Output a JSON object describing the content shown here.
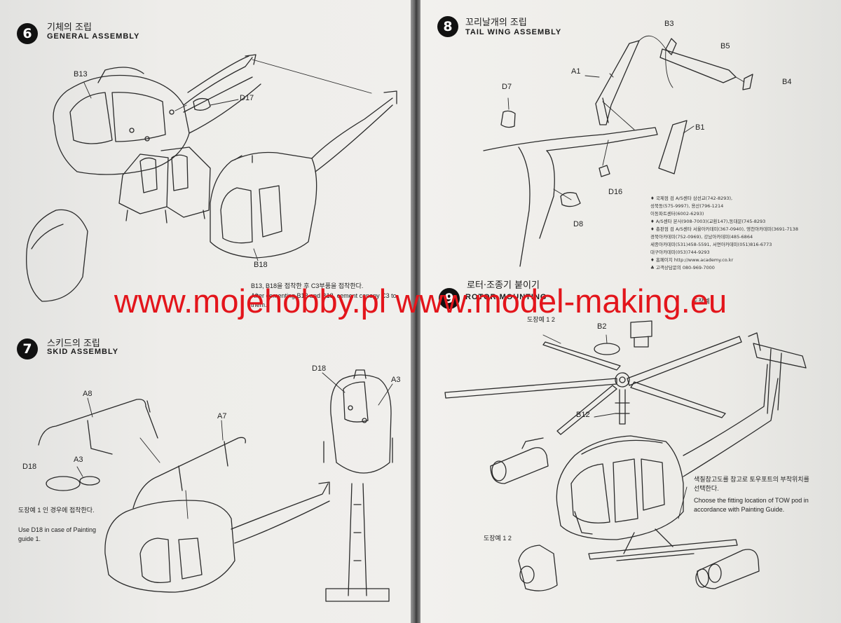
{
  "sections": {
    "s6": {
      "number": "6",
      "title_ko": "기체의 조립",
      "title_en": "GENERAL ASSEMBLY"
    },
    "s7": {
      "number": "7",
      "title_ko": "스키드의 조립",
      "title_en": "SKID ASSEMBLY"
    },
    "s8": {
      "number": "8",
      "title_ko": "꼬리날개의 조립",
      "title_en": "TAIL WING ASSEMBLY"
    },
    "s9": {
      "number": "9",
      "title_ko": "로터·조종기 붙이기",
      "title_en": "ROTOR MOUNTING"
    }
  },
  "labels": {
    "B13": "B13",
    "D17": "D17",
    "B18": "B18",
    "A8": "A8",
    "A7": "A7",
    "A3": "A3",
    "A3b": "A3",
    "D18": "D18",
    "D18b": "D18",
    "B3": "B3",
    "B5": "B5",
    "A1": "A1",
    "B4": "B4",
    "D7": "D7",
    "B1": "B1",
    "D16": "D16",
    "D8": "D8",
    "B2": "B2",
    "B12": "B12"
  },
  "notes": {
    "s6_ko": "B13, B18을 접착한 후 C3부품을 접착한다.",
    "s6_en": "After cementing B13 and B18, cement canopy C3 to them.",
    "s7_ko": "도장예 1 인 경우에 접착한다.",
    "s7_en": "Use D18 in case of Painting guide 1.",
    "s9_paint_a": "도장예 1 2",
    "s9_paint_b": "도장예 1 2",
    "s9_ko": "색칠참고도를 참고로 토우포트의 부착위치를 선택한다.",
    "s9_en": "Choose the fitting location of TOW pod in accordance with Painting Guide.",
    "s9_top_ko": "도장예"
  },
  "service_info": [
    "♦ 국제점 검 A/S센타  삼선교(742-8293),",
    "성북동(575-9997), 용산(796-1214",
    "이동파트센터(6002-6293)",
    "♦ A/S센타   본사(908-7003)(교환147),동대문(745-8293",
    "♦ 총판점 검 A/S센타  서울아카데미(367-0940), 영천아카데미(3691-7138",
    "경북아카데미(752-0969), 강남아카데미(485-6864",
    "세종아카데미(531)458-5591, 서면아카데미(051)816-6773",
    "대구아카데미(053)744-9293",
    "♦ 홈페이지   http://www.academy.co.kr",
    "♣ 고객상담문의   080-969-7000"
  ],
  "watermark": "www.mojehobby.pl www.model-making.eu"
}
